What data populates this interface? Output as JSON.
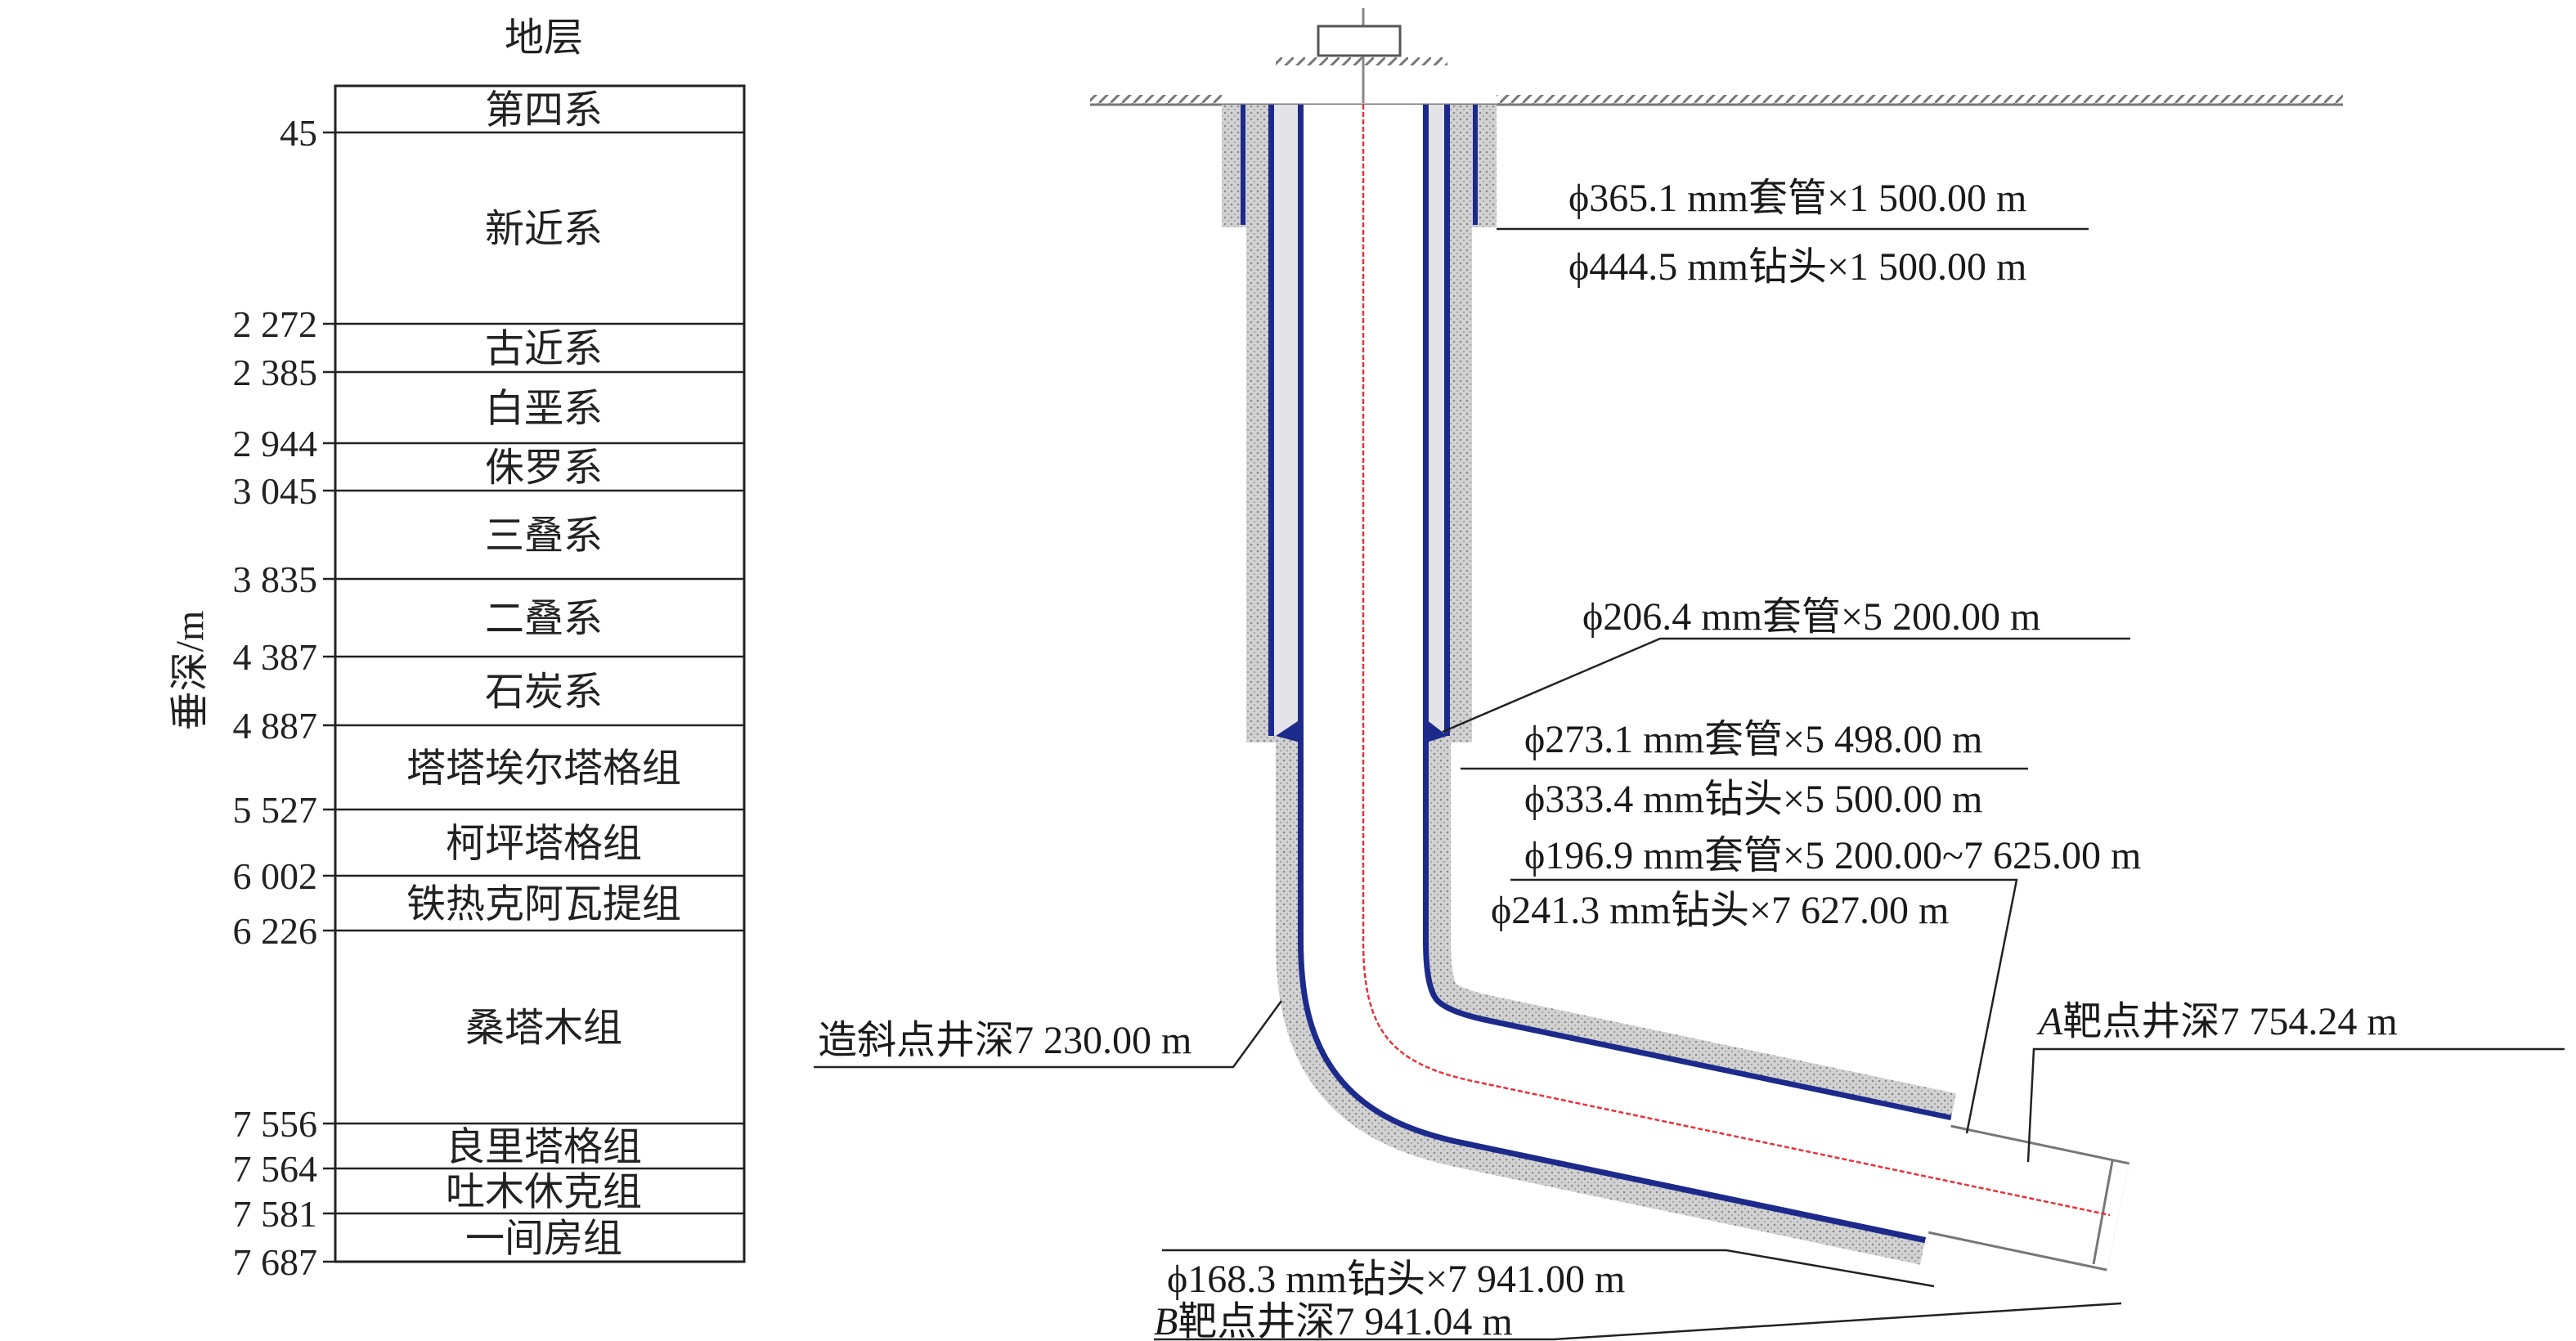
{
  "strata_column": {
    "title": "地层",
    "axis_label": "垂深/m",
    "layers": [
      {
        "name": "第四系",
        "bottom_depth": "45"
      },
      {
        "name": "新近系",
        "bottom_depth": "2 272"
      },
      {
        "name": "古近系",
        "bottom_depth": "2 385"
      },
      {
        "name": "白垩系",
        "bottom_depth": "2 944"
      },
      {
        "name": "侏罗系",
        "bottom_depth": "3 045"
      },
      {
        "name": "三叠系",
        "bottom_depth": "3 835"
      },
      {
        "name": "二叠系",
        "bottom_depth": "4 387"
      },
      {
        "name": "石炭系",
        "bottom_depth": "4 887"
      },
      {
        "name": "塔塔埃尔塔格组",
        "bottom_depth": "5 527"
      },
      {
        "name": "柯坪塔格组",
        "bottom_depth": "6 002"
      },
      {
        "name": "铁热克阿瓦提组",
        "bottom_depth": "6 226"
      },
      {
        "name": "桑塔木组",
        "bottom_depth": "7 556"
      },
      {
        "name": "良里塔格组",
        "bottom_depth": "7 564"
      },
      {
        "name": "吐木休克组",
        "bottom_depth": "7 581"
      },
      {
        "name": "一间房组",
        "bottom_depth": "7 687"
      }
    ]
  },
  "well_annotations": {
    "casing_1": "ϕ365.1 mm套管×1 500.00 m",
    "bit_1": "ϕ444.5 mm钻头×1 500.00 m",
    "casing_liner": "ϕ206.4 mm套管×5 200.00 m",
    "casing_2": "ϕ273.1 mm套管×5 498.00 m",
    "bit_2": "ϕ333.4 mm钻头×5 500.00 m",
    "casing_3": "ϕ196.9 mm套管×5 200.00~7 625.00 m",
    "bit_3": "ϕ241.3 mm钻头×7 627.00 m",
    "kickoff": "造斜点井深7 230.00 m",
    "target_a": {
      "italic": "A",
      "text": "靶点井深7 754.24 m"
    },
    "bit_4": "ϕ168.3 mm钻头×7 941.00 m",
    "target_b": {
      "italic": "B",
      "text": "靶点井深7 941.04 m"
    }
  },
  "colors": {
    "casing": "#1c2a8c",
    "cement": "#c4c4c4",
    "trajectory": "#e8323c"
  }
}
